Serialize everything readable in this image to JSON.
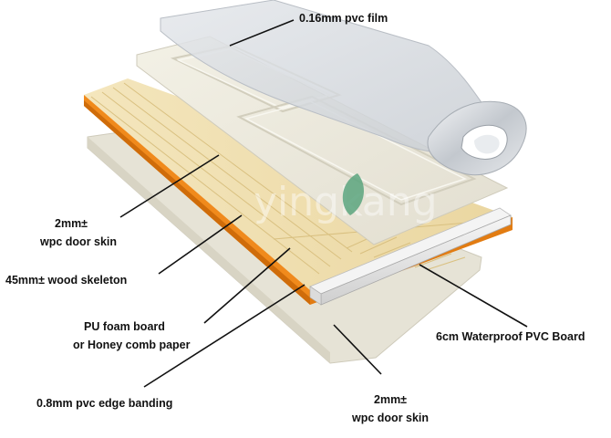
{
  "labels": {
    "pvc_film": "0.16mm pvc film",
    "door_skin_top_1": "2mm±",
    "door_skin_top_2": "wpc door skin",
    "wood_skeleton": "45mm± wood skeleton",
    "core_1": "PU foam board",
    "core_2": "or Honey comb paper",
    "edge_banding": "0.8mm pvc edge banding",
    "pvc_board": "6cm Waterproof PVC Board",
    "door_skin_bottom_1": "2mm±",
    "door_skin_bottom_2": "wpc door skin"
  },
  "watermark": "yingkang",
  "colors": {
    "skin": "#ece9dc",
    "skin_edge": "#d4d0bf",
    "wood": "#f1e1b3",
    "wood_dark": "#dcc58a",
    "orange": "#f08a1c",
    "orange_dark": "#cf6c0a",
    "film": "#d9dde2",
    "pvc_board": "#e8e8e8",
    "logo_leaf": "#5aa57e"
  }
}
